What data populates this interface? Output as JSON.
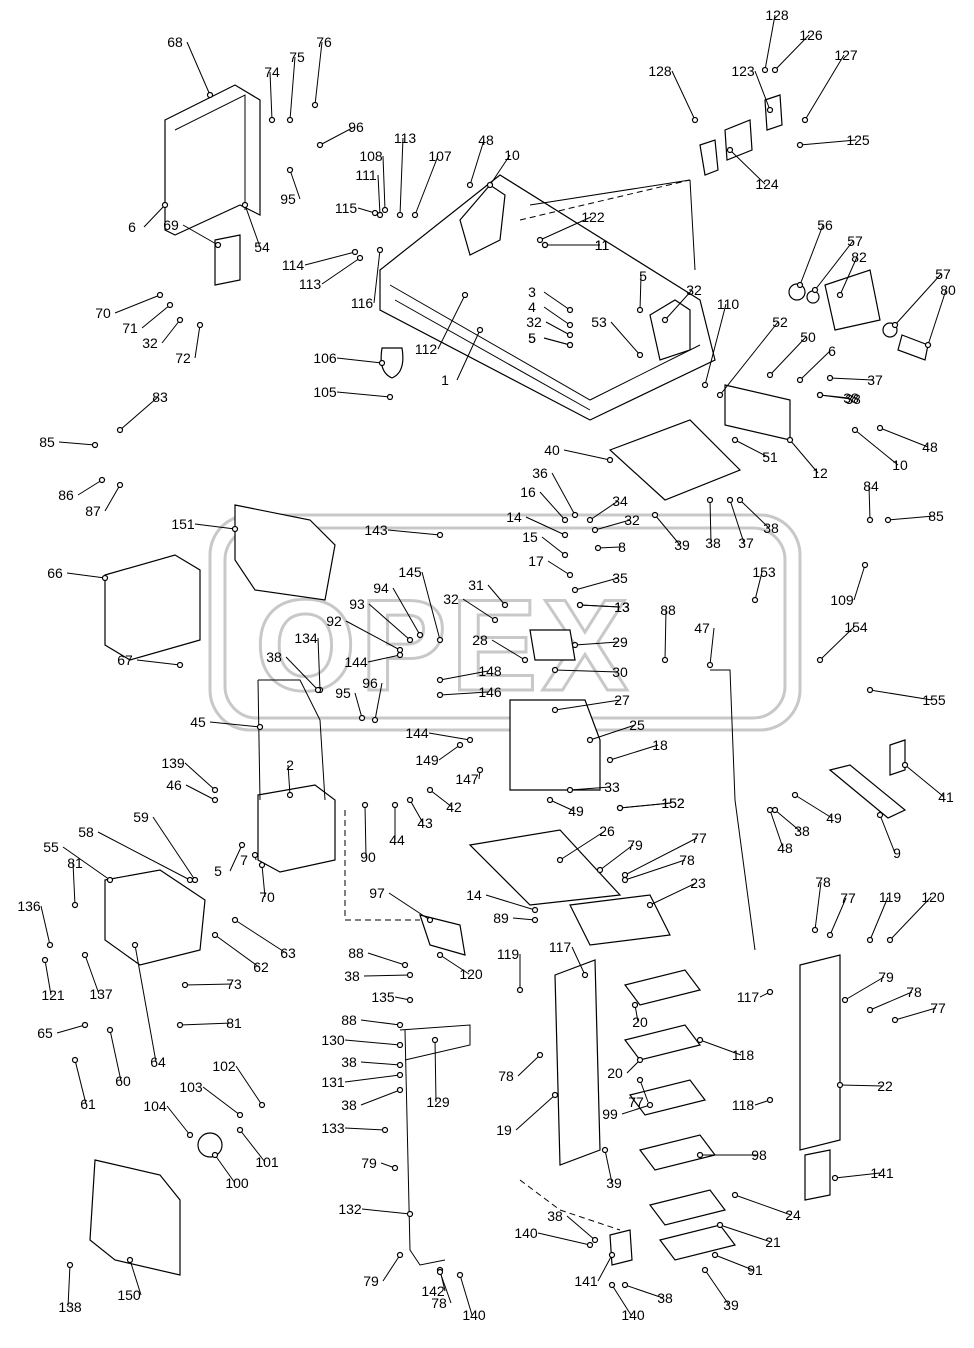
{
  "watermark": "OPEX",
  "callouts": [
    "1",
    "2",
    "3",
    "4",
    "5",
    "6",
    "7",
    "8",
    "9",
    "10",
    "11",
    "12",
    "13",
    "14",
    "15",
    "16",
    "17",
    "18",
    "19",
    "20",
    "21",
    "22",
    "23",
    "24",
    "25",
    "26",
    "27",
    "28",
    "29",
    "30",
    "31",
    "32",
    "33",
    "34",
    "35",
    "36",
    "37",
    "38",
    "39",
    "40",
    "41",
    "42",
    "43",
    "44",
    "45",
    "46",
    "47",
    "48",
    "49",
    "50",
    "51",
    "52",
    "53",
    "54",
    "55",
    "56",
    "57",
    "58",
    "59",
    "60",
    "61",
    "62",
    "63",
    "64",
    "65",
    "66",
    "67",
    "68",
    "69",
    "70",
    "71",
    "72",
    "73",
    "74",
    "75",
    "76",
    "77",
    "78",
    "79",
    "80",
    "81",
    "82",
    "83",
    "84",
    "85",
    "86",
    "87",
    "88",
    "89",
    "90",
    "91",
    "92",
    "93",
    "94",
    "95",
    "96",
    "97",
    "98",
    "99",
    "100",
    "101",
    "102",
    "103",
    "104",
    "105",
    "106",
    "107",
    "108",
    "109",
    "110",
    "111",
    "112",
    "113",
    "114",
    "115",
    "116",
    "117",
    "118",
    "119",
    "120",
    "121",
    "122",
    "123",
    "124",
    "125",
    "126",
    "127",
    "128",
    "129",
    "130",
    "131",
    "132",
    "133",
    "134",
    "135",
    "136",
    "137",
    "138",
    "139",
    "140",
    "141",
    "142",
    "143",
    "144",
    "145",
    "146",
    "147",
    "148",
    "149",
    "150",
    "151",
    "152",
    "153",
    "154",
    "155"
  ]
}
